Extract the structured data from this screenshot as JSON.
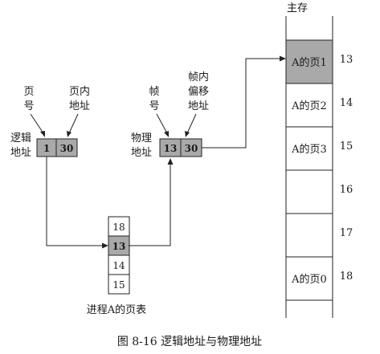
{
  "memory": {
    "title": "主存",
    "frames": [
      {
        "label": "A的页1",
        "number": "13",
        "highlight": true
      },
      {
        "label": "A的页2",
        "number": "14",
        "highlight": false
      },
      {
        "label": "A的页3",
        "number": "15",
        "highlight": false
      },
      {
        "label": "",
        "number": "16",
        "highlight": false
      },
      {
        "label": "",
        "number": "17",
        "highlight": false
      },
      {
        "label": "A的页0",
        "number": "18",
        "highlight": false
      }
    ]
  },
  "logical": {
    "label_line1": "逻辑",
    "label_line2": "地址",
    "page_value": "1",
    "offset_value": "30",
    "page_annot_line1": "页",
    "page_annot_line2": "号",
    "offset_annot_line1": "页内",
    "offset_annot_line2": "地址"
  },
  "physical": {
    "label_line1": "物理",
    "label_line2": "地址",
    "frame_value": "13",
    "offset_value": "30",
    "frame_annot_line1": "帧",
    "frame_annot_line2": "号",
    "offset_annot_line1": "帧内",
    "offset_annot_line2": "偏移",
    "offset_annot_line3": "地址"
  },
  "page_table": {
    "entries": [
      {
        "value": "18",
        "highlight": false
      },
      {
        "value": "13",
        "highlight": true
      },
      {
        "value": "14",
        "highlight": false
      },
      {
        "value": "15",
        "highlight": false
      }
    ],
    "caption": "进程A的页表"
  },
  "figure_caption": "图 8-16    逻辑地址与物理地址"
}
